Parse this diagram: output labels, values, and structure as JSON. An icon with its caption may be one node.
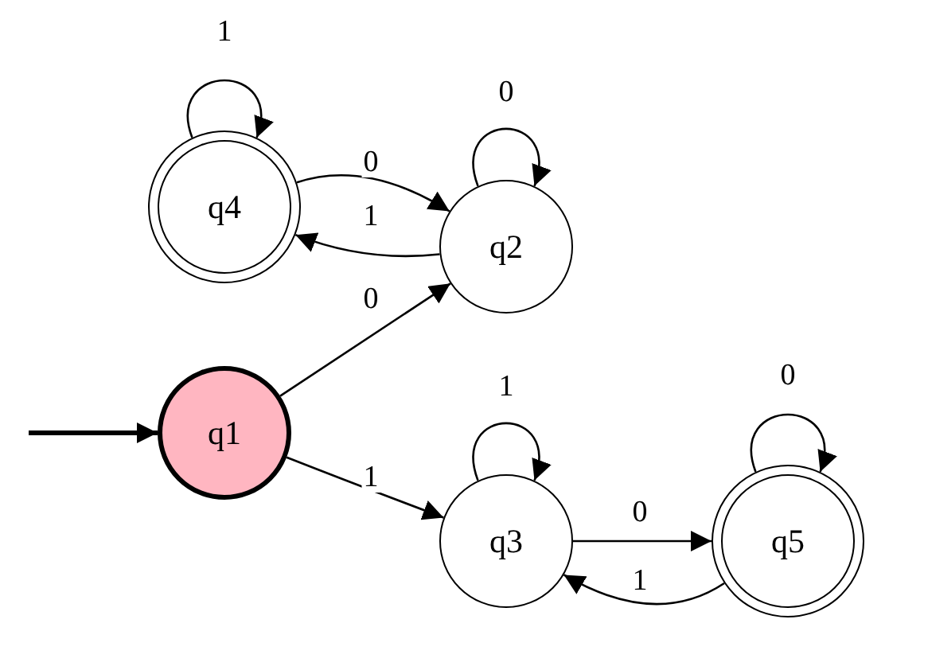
{
  "diagram": {
    "nodes": [
      {
        "text": [
          "q4"
        ]
      },
      {
        "text": [
          "q2"
        ]
      },
      {
        "text": [
          "q1"
        ]
      },
      {
        "text": [
          "q3"
        ]
      },
      {
        "text": [
          "q5"
        ]
      }
    ],
    "edges": [
      {
        "from": 0,
        "to": 0,
        "arrow": "to",
        "label": "1"
      },
      {
        "from": 0,
        "to": 1,
        "arrow": "to",
        "label": "0"
      },
      {
        "from": 1,
        "to": 0,
        "arrow": "to",
        "label": "1"
      },
      {
        "from": 1,
        "to": 1,
        "arrow": "to",
        "label": "0"
      },
      {
        "from": 2,
        "to": 1,
        "arrow": "to",
        "label": "0"
      },
      {
        "from": null,
        "to": 2,
        "arrow": "to",
        "style": "thick"
      },
      {
        "from": 2,
        "to": 3,
        "arrow": "to",
        "label": "1"
      },
      {
        "from": 3,
        "to": 3,
        "arrow": "to",
        "label": "1"
      },
      {
        "from": 3,
        "to": 4,
        "arrow": "to",
        "label": "0"
      },
      {
        "from": 4,
        "to": 3,
        "arrow": "to",
        "label": "1"
      },
      {
        "from": 4,
        "to": 4,
        "arrow": "to",
        "label": "0"
      }
    ]
  }
}
